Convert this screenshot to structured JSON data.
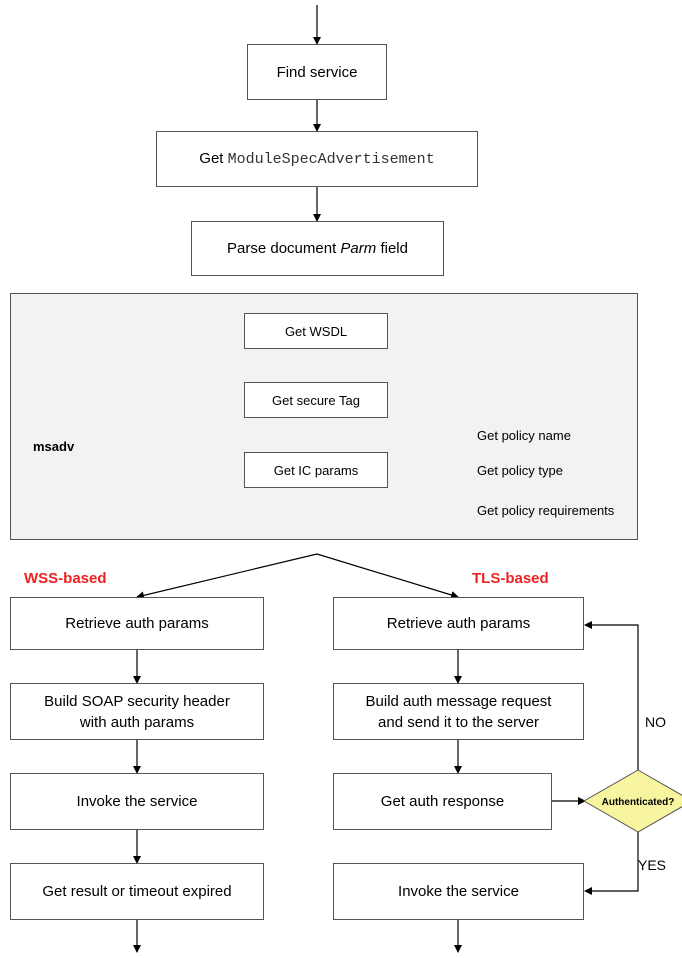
{
  "top_flow": {
    "find_service": "Find service",
    "get_msa_prefix": "Get",
    "get_msa_code": "ModuleSpecAdvertisement",
    "parse_prefix": "Parse document",
    "parse_italic": "Parm",
    "parse_suffix": "field"
  },
  "panel": {
    "file_label": "msadv",
    "get_wsdl": "Get WSDL",
    "get_secure_tag": "Get secure Tag",
    "get_ic_params": "Get IC params",
    "policy_items": [
      "Get policy name",
      "Get policy type",
      "Get policy requirements"
    ]
  },
  "wss": {
    "title": "WSS-based",
    "title_color": "#ee2222",
    "steps": [
      [
        "Retrieve auth params"
      ],
      [
        "Build SOAP security header",
        "with auth params"
      ],
      [
        "Invoke the service"
      ],
      [
        "Get result or timeout expired"
      ]
    ]
  },
  "tls": {
    "title": "TLS-based",
    "title_color": "#ee2222",
    "steps": [
      [
        "Retrieve auth params"
      ],
      [
        "Build auth message request",
        "and send it to the server"
      ],
      [
        "Get auth response"
      ],
      [
        "Invoke the service"
      ]
    ],
    "decision": "Authenticated?",
    "decision_color": "#f7f5a0",
    "no_label": "NO",
    "yes_label": "YES"
  },
  "colors": {
    "blue_arrow": "#5b8fd3",
    "orange_arrow": "#ef9a52"
  }
}
